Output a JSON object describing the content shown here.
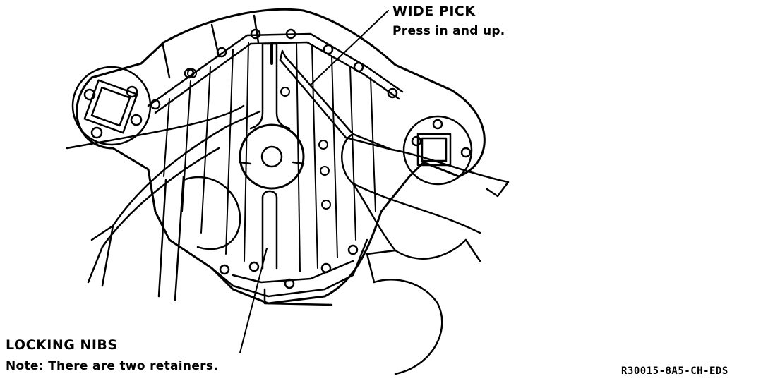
{
  "callouts": {
    "wide_pick": {
      "title": "WIDE PICK",
      "note": "Press in and up."
    },
    "locking_nibs": {
      "title": "LOCKING NIBS",
      "note": "Note: There are two retainers."
    }
  },
  "reference_code": "R30015-8A5-CH-EDS",
  "colors": {
    "ink": "#000000",
    "paper": "#ffffff"
  }
}
